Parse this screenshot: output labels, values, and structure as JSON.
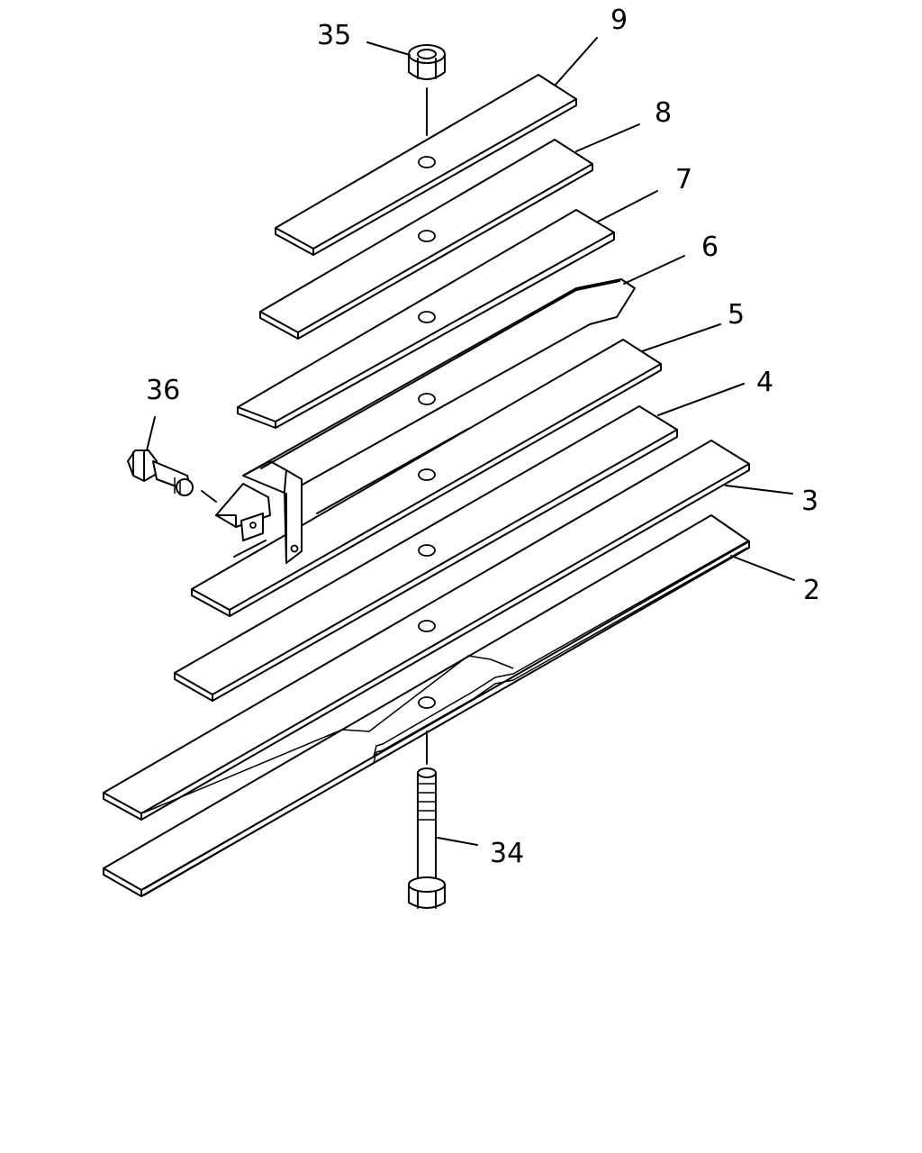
{
  "callouts": {
    "part_35": "35",
    "part_9": "9",
    "part_8": "8",
    "part_7": "7",
    "part_6": "6",
    "part_5": "5",
    "part_4": "4",
    "part_36": "36",
    "part_3": "3",
    "part_2": "2",
    "part_34": "34"
  }
}
